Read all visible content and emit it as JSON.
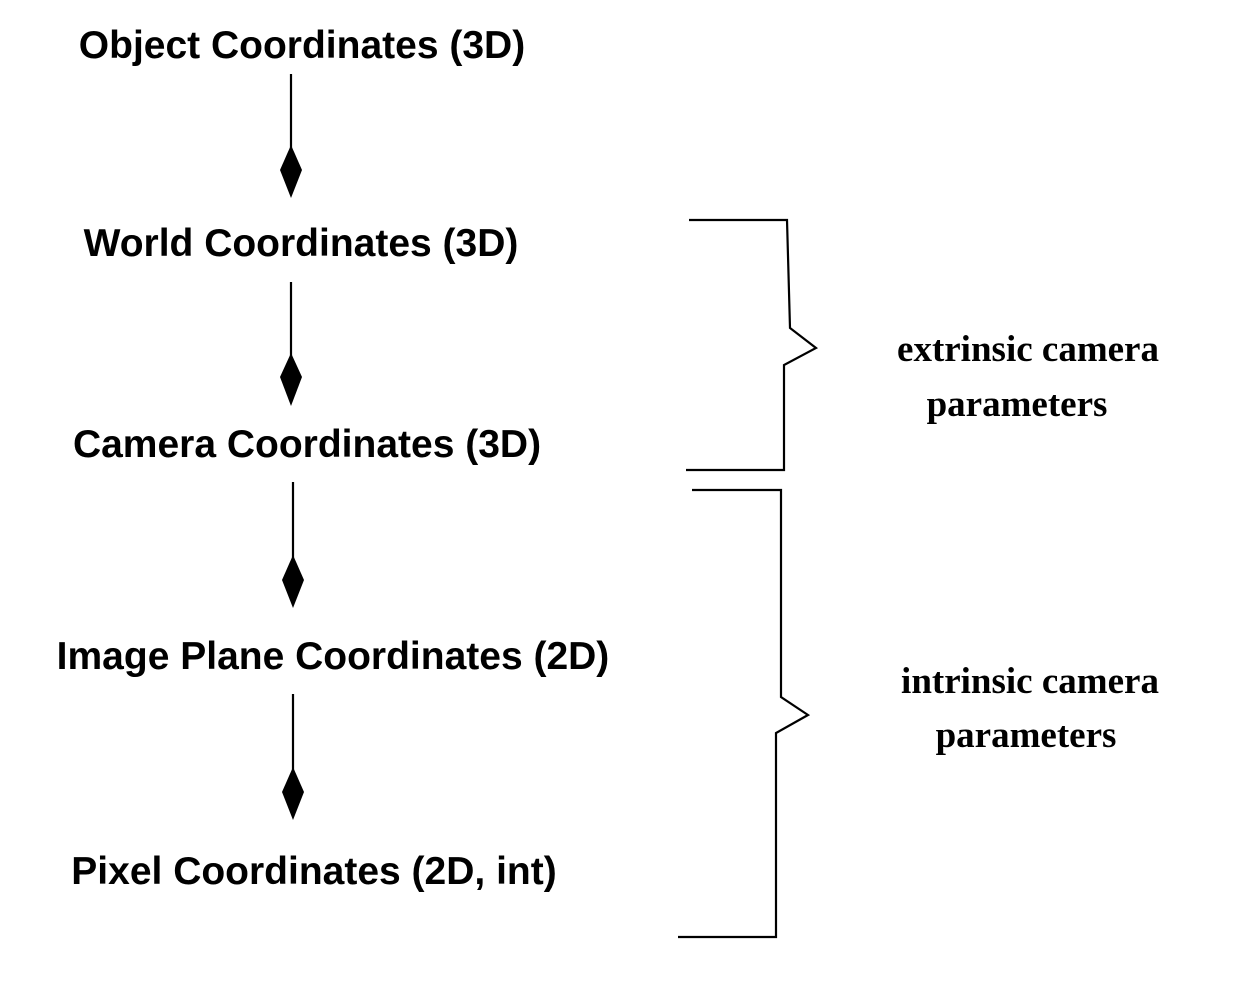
{
  "nodes": [
    {
      "label": "Object Coordinates (3D)"
    },
    {
      "label": "World Coordinates (3D)"
    },
    {
      "label": "Camera Coordinates (3D)"
    },
    {
      "label": "Image Plane Coordinates (2D)"
    },
    {
      "label": "Pixel Coordinates (2D, int)"
    }
  ],
  "groups": [
    {
      "label_line1": "extrinsic camera",
      "label_line2": "parameters"
    },
    {
      "label_line1": "intrinsic camera",
      "label_line2": "parameters"
    }
  ],
  "colors": {
    "ink": "#000000",
    "background": "#ffffff"
  }
}
